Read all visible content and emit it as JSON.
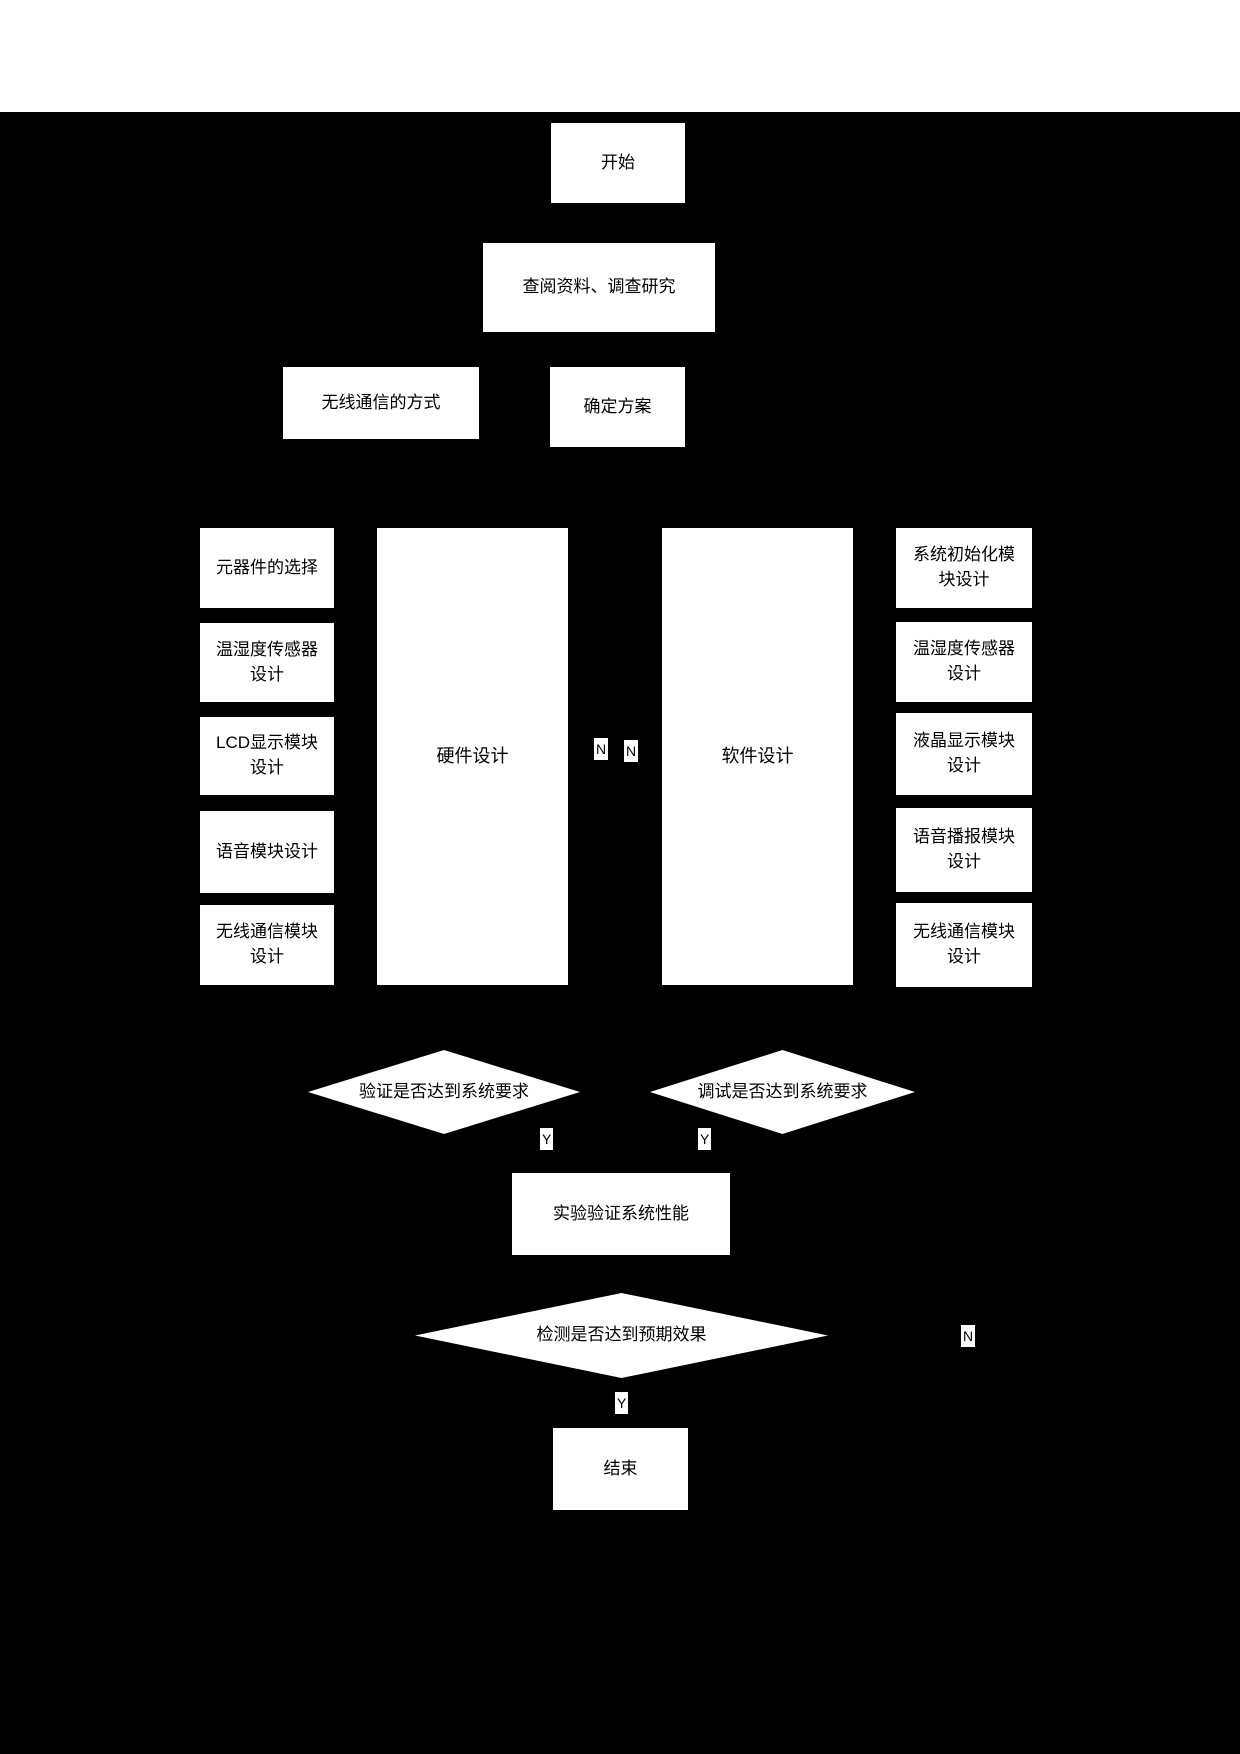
{
  "diagram": {
    "background_color": "#000000",
    "margin_color": "#ffffff",
    "node_fill_color": "#ffffff",
    "node_text_color": "#000000",
    "top_flow": {
      "start": "开始",
      "research": "查阅资料、调查研究",
      "wireless_method": "无线通信的方式",
      "confirm_plan": "确定方案"
    },
    "hardware_branch": {
      "main": "硬件设计",
      "modules": [
        "元器件的选择",
        "温湿度传感器设计",
        "LCD显示模块设计",
        "语音模块设计",
        "无线通信模块设计"
      ]
    },
    "software_branch": {
      "main": "软件设计",
      "modules": [
        "系统初始化模块设计",
        "温湿度传感器设计",
        "液晶显示模块设计",
        "语音播报模块设计",
        "无线通信模块设计"
      ]
    },
    "decisions": {
      "verify": "验证是否达到系统要求",
      "debug": "调试是否达到系统要求",
      "detect": "检测是否达到预期效果"
    },
    "bottom_flow": {
      "experiment": "实验验证系统性能",
      "end": "结束"
    },
    "edge_labels": {
      "hardware_no": "N",
      "software_no": "N",
      "verify_yes": "Y",
      "debug_yes": "Y",
      "detect_yes": "Y",
      "detect_no": "N"
    }
  }
}
